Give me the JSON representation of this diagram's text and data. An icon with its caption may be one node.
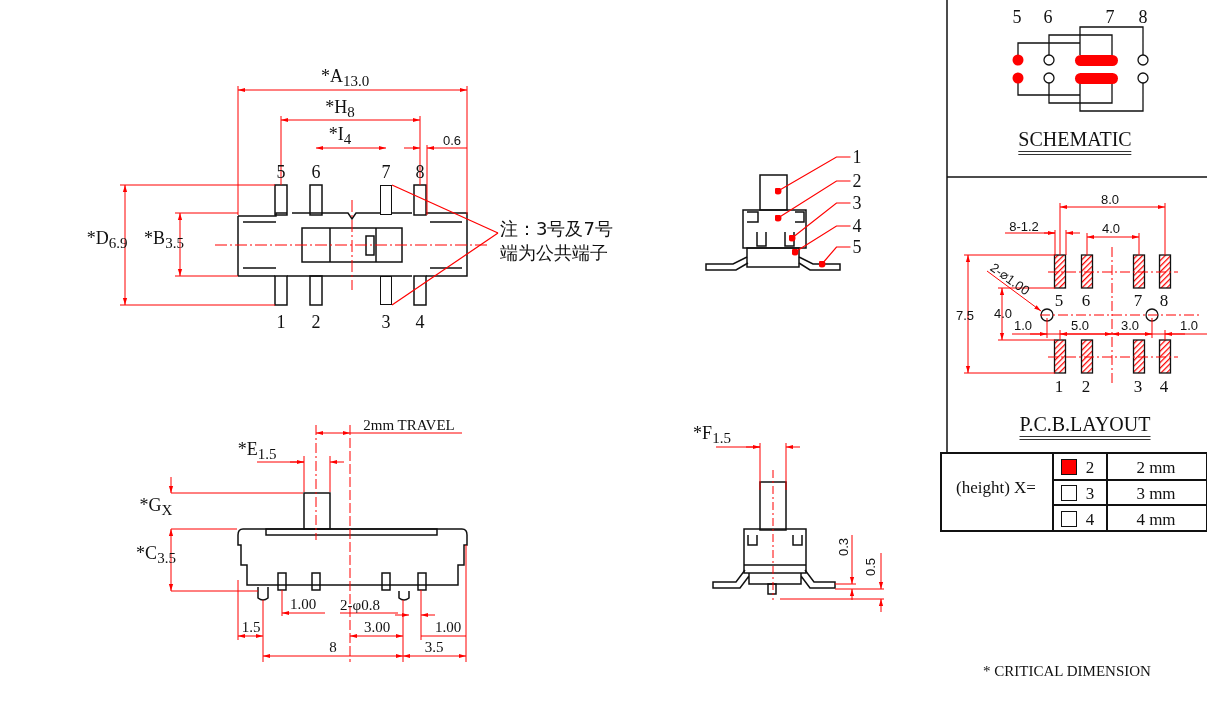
{
  "diagram": {
    "nodes": [
      {
        "text": [
          "注：3号及7号端为公共端子"
        ]
      },
      {
        "text": [],
        "shape": "box"
      },
      {
        "text": [],
        "shape": "box"
      },
      {
        "text": [
          "1"
        ]
      },
      {
        "text": [
          "2"
        ]
      },
      {
        "text": [
          "3"
        ]
      },
      {
        "text": [
          "4"
        ]
      },
      {
        "text": [
          "5"
        ]
      }
    ],
    "edges": [
      {
        "from": 0,
        "to": 1,
        "arrow": "none"
      },
      {
        "from": 0,
        "to": 2,
        "arrow": "none"
      },
      {
        "from": 3,
        "to": null,
        "arrow": "other"
      },
      {
        "from": 4,
        "to": null,
        "arrow": "other"
      },
      {
        "from": 5,
        "to": null,
        "arrow": "other"
      },
      {
        "from": 6,
        "to": null,
        "arrow": "other"
      },
      {
        "from": 7,
        "to": null,
        "arrow": "other"
      }
    ],
    "labels": [
      "*A$_{13.0}$",
      "*H$_{8}$",
      "*I$_{4}$",
      "0.6",
      "5",
      "6",
      "7",
      "8",
      "*D$_{6.9}$",
      "*B$_{3.5}$",
      "1",
      "2",
      "3",
      "4",
      "2mm TRAVEL",
      "*E$_{1.5}$",
      "*G$_{X}$",
      "*C$_{3.5}$",
      "1.00",
      "2-φ0.8",
      "1.5",
      "3.00",
      "1.00",
      "8",
      "3.5",
      "*F$_{1.5}$",
      "0.3",
      "0.5",
      "5",
      "6",
      "7",
      "8",
      "SCHEMATIC",
      "8.0",
      "8-1.2",
      "4.0",
      "2-⌀1.00",
      "7.5",
      "4.0",
      "5",
      "6",
      "7",
      "8",
      "1.0",
      "5.0",
      "3.0",
      "1.0",
      "1",
      "2",
      "3",
      "4",
      "P.C.B.LAYOUT",
      "(height)  X=",
      "2 mm",
      "3 mm",
      "4 mm",
      "* CRITICAL  DIMENSION"
    ],
    "legend": [
      {
        "text": "2",
        "color": "#ff0000"
      },
      {
        "text": "3",
        "color": "#ffffff"
      },
      {
        "text": "4",
        "color": "#ffffff"
      }
    ]
  }
}
